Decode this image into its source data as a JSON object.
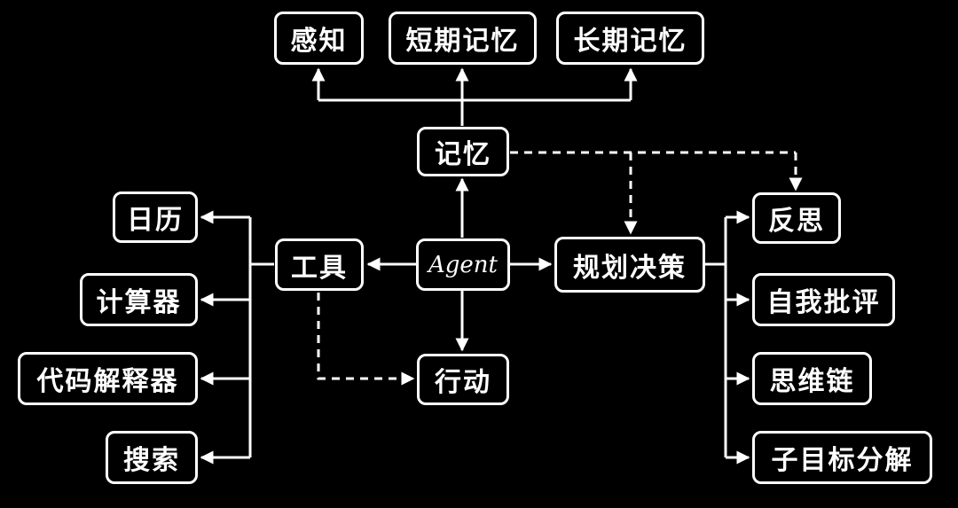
{
  "nodes": {
    "perception": "感知",
    "short_term_memory": "短期记忆",
    "long_term_memory": "长期记忆",
    "memory": "记忆",
    "calendar": "日历",
    "tools": "工具",
    "agent": "Agent",
    "planning": "规划决策",
    "reflection": "反思",
    "calculator": "计算器",
    "self_critique": "自我批评",
    "code_interpreter": "代码解释器",
    "action": "行动",
    "chain_of_thought": "思维链",
    "search": "搜索",
    "subgoal_decomposition": "子目标分解"
  },
  "colors": {
    "background": "#000000",
    "foreground": "#ffffff"
  }
}
